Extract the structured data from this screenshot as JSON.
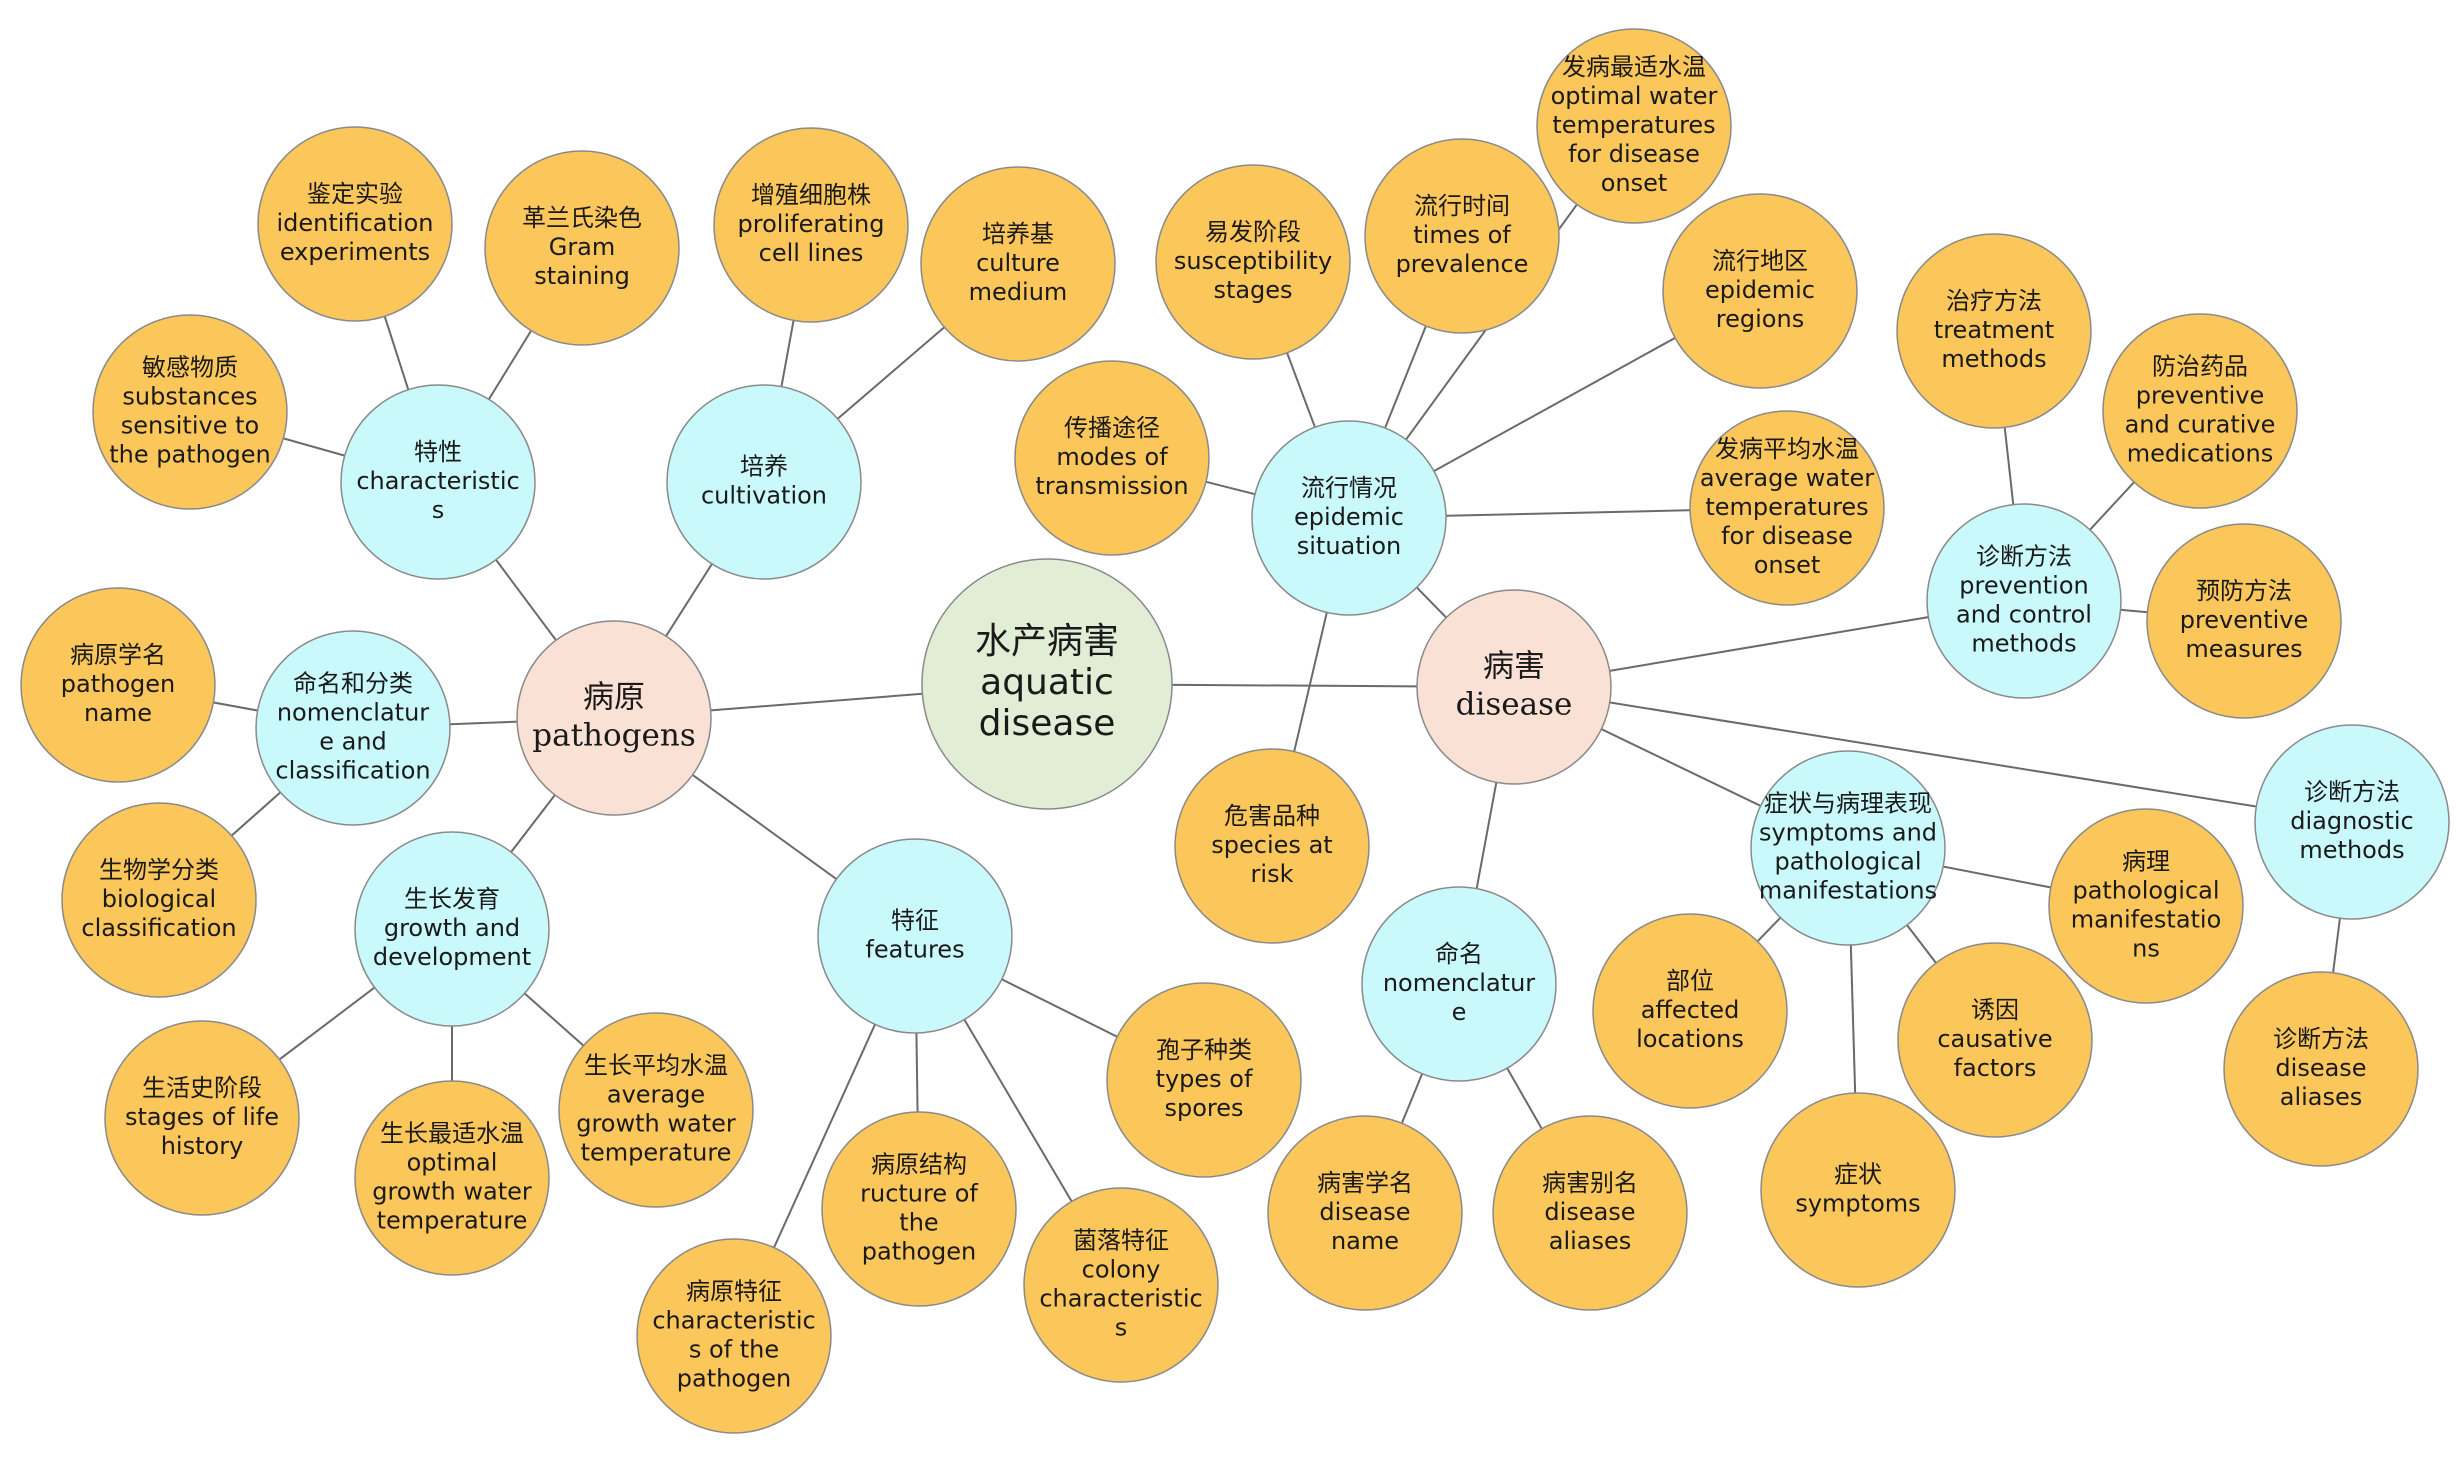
{
  "colors": {
    "center": "#e2edd6",
    "level1": "#f9e2d5",
    "level2": "#c9f9fb",
    "leaf": "#fbc65a",
    "edge": "#6a6a6a",
    "outline": "#8a8a8a"
  },
  "nodes": [
    {
      "id": "center",
      "level": "center",
      "lines": [
        "水产病害",
        "aquatic",
        "disease"
      ]
    },
    {
      "id": "pathogens",
      "level": "level1",
      "lines": [
        "病原",
        "pathogens"
      ]
    },
    {
      "id": "disease",
      "level": "level1",
      "lines": [
        "病害",
        "disease"
      ]
    },
    {
      "id": "characteristics",
      "level": "level2",
      "lines": [
        "特性",
        "characteristic",
        "s"
      ]
    },
    {
      "id": "cultivation",
      "level": "level2",
      "lines": [
        "培养",
        "cultivation"
      ]
    },
    {
      "id": "nomenclature-classification",
      "level": "level2",
      "lines": [
        "命名和分类",
        "nomenclatur",
        "e and",
        "classification"
      ]
    },
    {
      "id": "growth-development",
      "level": "level2",
      "lines": [
        "生长发育",
        "growth and",
        "development"
      ]
    },
    {
      "id": "features",
      "level": "level2",
      "lines": [
        "特征",
        "features"
      ]
    },
    {
      "id": "epidemic-situation",
      "level": "level2",
      "lines": [
        "流行情况",
        "epidemic",
        "situation"
      ]
    },
    {
      "id": "prevention-control",
      "level": "level2",
      "lines": [
        "诊断方法",
        "prevention",
        "and control",
        "methods"
      ]
    },
    {
      "id": "symptoms-manifestations",
      "level": "level2",
      "lines": [
        "症状与病理表现",
        "symptoms and",
        "pathological",
        "manifestations"
      ]
    },
    {
      "id": "diagnostic-methods",
      "level": "level2",
      "lines": [
        "诊断方法",
        "diagnostic",
        "methods"
      ]
    },
    {
      "id": "nomenclature",
      "level": "level2",
      "lines": [
        "命名",
        "nomenclatur",
        "e"
      ]
    },
    {
      "id": "identification-experiments",
      "level": "leaf",
      "lines": [
        "鉴定实验",
        "identification",
        "experiments"
      ]
    },
    {
      "id": "gram-staining",
      "level": "leaf",
      "lines": [
        "革兰氏染色",
        "Gram",
        "staining"
      ]
    },
    {
      "id": "sensitive-substances",
      "level": "leaf",
      "lines": [
        "敏感物质",
        "substances",
        "sensitive to",
        "the pathogen"
      ]
    },
    {
      "id": "proliferating-cell-lines",
      "level": "leaf",
      "lines": [
        "增殖细胞株",
        "proliferating",
        "cell lines"
      ]
    },
    {
      "id": "culture-medium",
      "level": "leaf",
      "lines": [
        "培养基",
        "culture",
        "medium"
      ]
    },
    {
      "id": "pathogen-name",
      "level": "leaf",
      "lines": [
        "病原学名",
        "pathogen",
        "name"
      ]
    },
    {
      "id": "biological-classification",
      "level": "leaf",
      "lines": [
        "生物学分类",
        "biological",
        "classification"
      ]
    },
    {
      "id": "life-history-stages",
      "level": "leaf",
      "lines": [
        "生活史阶段",
        "stages of life",
        "history"
      ]
    },
    {
      "id": "optimal-growth-temp",
      "level": "leaf",
      "lines": [
        "生长最适水温",
        "optimal",
        "growth water",
        "temperature"
      ]
    },
    {
      "id": "average-growth-temp",
      "level": "leaf",
      "lines": [
        "生长平均水温",
        "average",
        "growth water",
        "temperature"
      ]
    },
    {
      "id": "pathogen-characteristics",
      "level": "leaf",
      "lines": [
        "病原特征",
        "characteristic",
        "s of the",
        "pathogen"
      ]
    },
    {
      "id": "pathogen-structure",
      "level": "leaf",
      "lines": [
        "病原结构",
        "ructure of",
        "the",
        "pathogen"
      ]
    },
    {
      "id": "colony-characteristics",
      "level": "leaf",
      "lines": [
        "菌落特征",
        "colony",
        "characteristic",
        "s"
      ]
    },
    {
      "id": "spore-types",
      "level": "leaf",
      "lines": [
        "孢子种类",
        "types of",
        "spores"
      ]
    },
    {
      "id": "modes-of-transmission",
      "level": "leaf",
      "lines": [
        "传播途径",
        "modes of",
        "transmission"
      ]
    },
    {
      "id": "susceptibility-stages",
      "level": "leaf",
      "lines": [
        "易发阶段",
        "susceptibility",
        "stages"
      ]
    },
    {
      "id": "times-of-prevalence",
      "level": "leaf",
      "lines": [
        "流行时间",
        "times of",
        "prevalence"
      ]
    },
    {
      "id": "optimal-onset-temp",
      "level": "leaf",
      "lines": [
        "发病最适水温",
        "optimal water",
        "temperatures",
        "for disease",
        "onset"
      ]
    },
    {
      "id": "epidemic-regions",
      "level": "leaf",
      "lines": [
        "流行地区",
        "epidemic",
        "regions"
      ]
    },
    {
      "id": "average-onset-temp",
      "level": "leaf",
      "lines": [
        "发病平均水温",
        "average water",
        "temperatures",
        "for disease",
        "onset"
      ]
    },
    {
      "id": "species-at-risk",
      "level": "leaf",
      "lines": [
        "危害品种",
        "species at",
        "risk"
      ]
    },
    {
      "id": "treatment-methods",
      "level": "leaf",
      "lines": [
        "治疗方法",
        "treatment",
        "methods"
      ]
    },
    {
      "id": "medications",
      "level": "leaf",
      "lines": [
        "防治药品",
        "preventive",
        "and curative",
        "medications"
      ]
    },
    {
      "id": "preventive-measures",
      "level": "leaf",
      "lines": [
        "预防方法",
        "preventive",
        "measures"
      ]
    },
    {
      "id": "pathological-manifestations",
      "level": "leaf",
      "lines": [
        "病理",
        "pathological",
        "manifestatio",
        "ns"
      ]
    },
    {
      "id": "disease-aliases-diag",
      "level": "leaf",
      "lines": [
        "诊断方法",
        "disease",
        "aliases"
      ]
    },
    {
      "id": "affected-locations",
      "level": "leaf",
      "lines": [
        "部位",
        "affected",
        "locations"
      ]
    },
    {
      "id": "causative-factors",
      "level": "leaf",
      "lines": [
        "诱因",
        "causative",
        "factors"
      ]
    },
    {
      "id": "symptoms",
      "level": "leaf",
      "lines": [
        "症状",
        "symptoms"
      ]
    },
    {
      "id": "disease-name",
      "level": "leaf",
      "lines": [
        "病害学名",
        "disease",
        "name"
      ]
    },
    {
      "id": "disease-aliases",
      "level": "leaf",
      "lines": [
        "病害别名",
        "disease",
        "aliases"
      ]
    }
  ],
  "edges": [
    [
      "center",
      "pathogens"
    ],
    [
      "center",
      "disease"
    ],
    [
      "pathogens",
      "characteristics"
    ],
    [
      "pathogens",
      "cultivation"
    ],
    [
      "pathogens",
      "nomenclature-classification"
    ],
    [
      "pathogens",
      "growth-development"
    ],
    [
      "pathogens",
      "features"
    ],
    [
      "characteristics",
      "identification-experiments"
    ],
    [
      "characteristics",
      "gram-staining"
    ],
    [
      "characteristics",
      "sensitive-substances"
    ],
    [
      "cultivation",
      "proliferating-cell-lines"
    ],
    [
      "cultivation",
      "culture-medium"
    ],
    [
      "nomenclature-classification",
      "pathogen-name"
    ],
    [
      "nomenclature-classification",
      "biological-classification"
    ],
    [
      "growth-development",
      "life-history-stages"
    ],
    [
      "growth-development",
      "optimal-growth-temp"
    ],
    [
      "growth-development",
      "average-growth-temp"
    ],
    [
      "features",
      "pathogen-characteristics"
    ],
    [
      "features",
      "pathogen-structure"
    ],
    [
      "features",
      "colony-characteristics"
    ],
    [
      "features",
      "spore-types"
    ],
    [
      "disease",
      "epidemic-situation"
    ],
    [
      "disease",
      "prevention-control"
    ],
    [
      "disease",
      "symptoms-manifestations"
    ],
    [
      "disease",
      "diagnostic-methods"
    ],
    [
      "disease",
      "nomenclature"
    ],
    [
      "epidemic-situation",
      "modes-of-transmission"
    ],
    [
      "epidemic-situation",
      "susceptibility-stages"
    ],
    [
      "epidemic-situation",
      "times-of-prevalence"
    ],
    [
      "epidemic-situation",
      "optimal-onset-temp"
    ],
    [
      "epidemic-situation",
      "epidemic-regions"
    ],
    [
      "epidemic-situation",
      "average-onset-temp"
    ],
    [
      "epidemic-situation",
      "species-at-risk"
    ],
    [
      "prevention-control",
      "treatment-methods"
    ],
    [
      "prevention-control",
      "medications"
    ],
    [
      "prevention-control",
      "preventive-measures"
    ],
    [
      "symptoms-manifestations",
      "pathological-manifestations"
    ],
    [
      "symptoms-manifestations",
      "affected-locations"
    ],
    [
      "symptoms-manifestations",
      "causative-factors"
    ],
    [
      "symptoms-manifestations",
      "symptoms"
    ],
    [
      "diagnostic-methods",
      "disease-aliases-diag"
    ],
    [
      "nomenclature",
      "disease-name"
    ],
    [
      "nomenclature",
      "disease-aliases"
    ]
  ]
}
